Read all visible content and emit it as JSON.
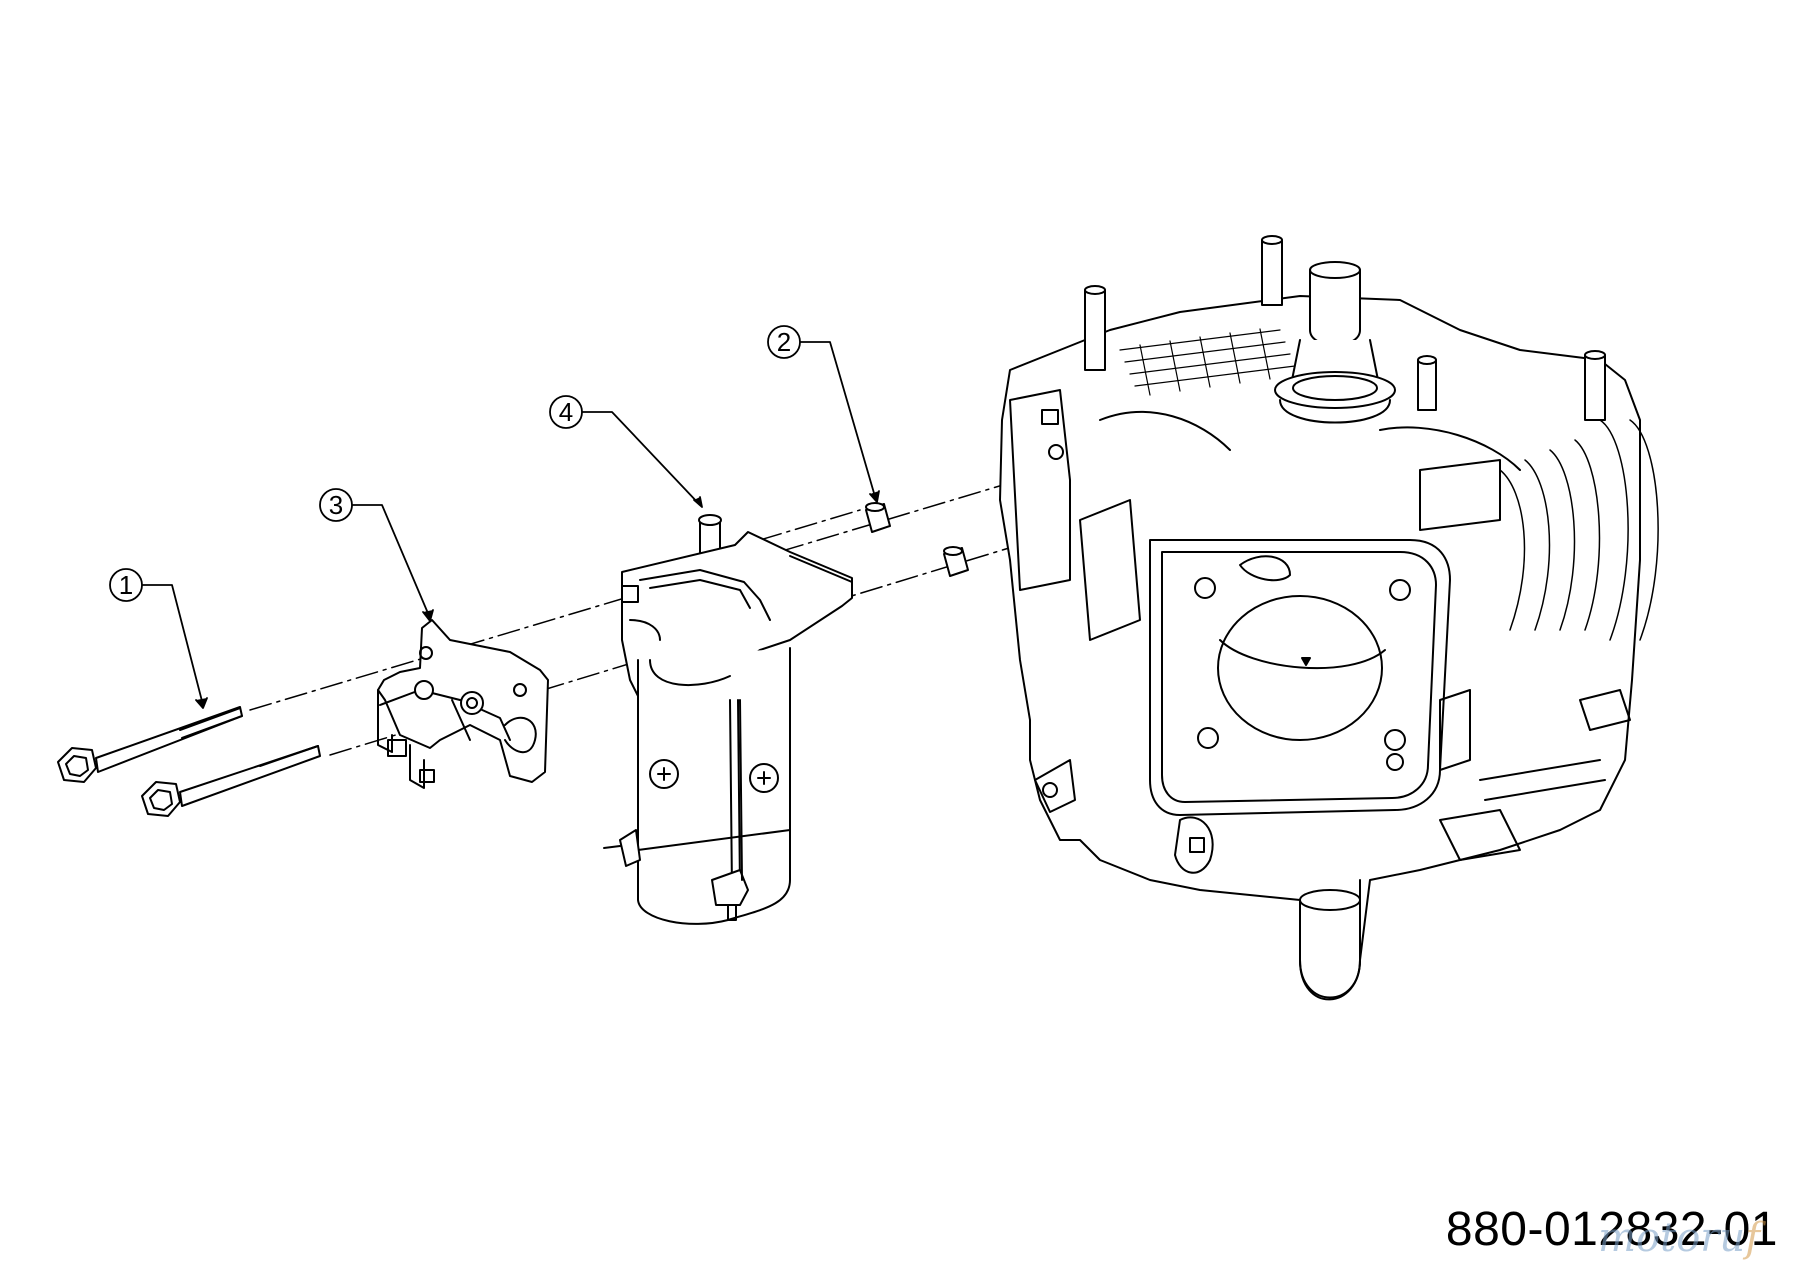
{
  "callouts": [
    {
      "number": "1",
      "part": "bolt"
    },
    {
      "number": "2",
      "part": "dowel-pin"
    },
    {
      "number": "3",
      "part": "bracket"
    },
    {
      "number": "4",
      "part": "starter-motor"
    }
  ],
  "drawing_number": "880-012832-01",
  "watermark": {
    "text_a": "motoru",
    "text_b": "f"
  },
  "colors": {
    "line": "#000000",
    "background": "#ffffff",
    "watermark": "#7aa0c8"
  }
}
